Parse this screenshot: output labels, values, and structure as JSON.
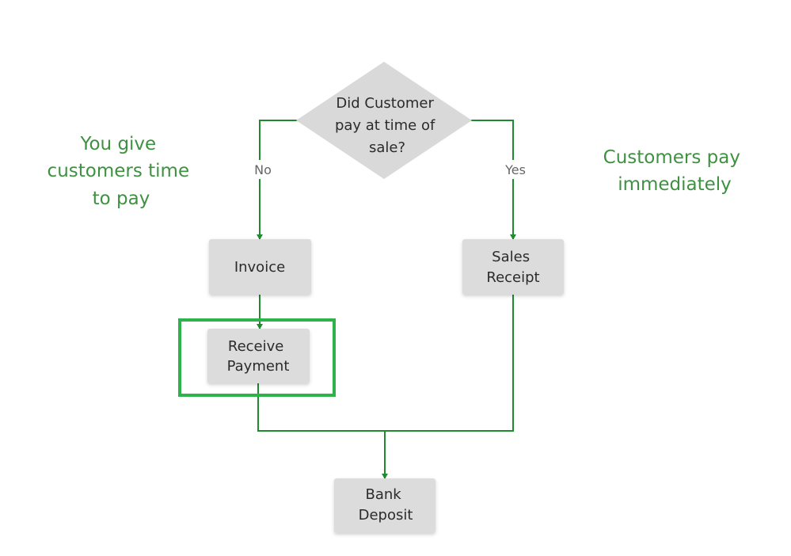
{
  "diagram": {
    "decision": {
      "lines": [
        "Did Customer",
        "pay at time of",
        "sale?"
      ]
    },
    "edges": {
      "no_label": "No",
      "yes_label": "Yes"
    },
    "nodes": {
      "invoice": [
        "Invoice"
      ],
      "sales_receipt": [
        "Sales",
        "Receipt"
      ],
      "receive_payment": [
        "Receive",
        "Payment"
      ],
      "bank_deposit": [
        "Bank",
        "Deposit"
      ]
    },
    "notes": {
      "left": [
        "You give",
        "customers time",
        "to pay"
      ],
      "right": [
        "Customers pay",
        "immediately"
      ]
    },
    "colors": {
      "connector": "#1f8a2e",
      "highlight": "#2db34a",
      "note_text": "#3f9142",
      "node_fill": "#dcdcdc"
    }
  }
}
